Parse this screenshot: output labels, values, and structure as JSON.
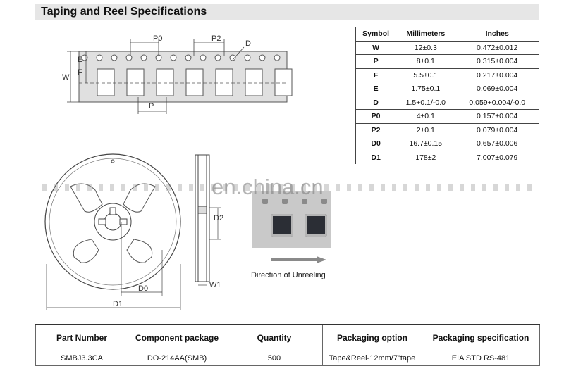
{
  "header": {
    "title": "Taping and Reel Specifications"
  },
  "spec_table": {
    "columns": [
      "Symbol",
      "Millimeters",
      "Inches"
    ],
    "rows": [
      {
        "symbol": "W",
        "mm": "12±0.3",
        "in": "0.472±0.012"
      },
      {
        "symbol": "P",
        "mm": "8±0.1",
        "in": "0.315±0.004"
      },
      {
        "symbol": "F",
        "mm": "5.5±0.1",
        "in": "0.217±0.004"
      },
      {
        "symbol": "E",
        "mm": "1.75±0.1",
        "in": "0.069±0.004"
      },
      {
        "symbol": "D",
        "mm": "1.5+0.1/-0.0",
        "in": "0.059+0.004/-0.0"
      },
      {
        "symbol": "P0",
        "mm": "4±0.1",
        "in": "0.157±0.004"
      },
      {
        "symbol": "P2",
        "mm": "2±0.1",
        "in": "0.079±0.004"
      },
      {
        "symbol": "D0",
        "mm": "16.7±0.15",
        "in": "0.657±0.006"
      },
      {
        "symbol": "D1",
        "mm": "178±2",
        "in": "7.007±0.079"
      }
    ]
  },
  "tape_diagram": {
    "labels": {
      "p0": "P0",
      "p2": "P2",
      "d": "D",
      "e": "E",
      "f": "F",
      "w": "W",
      "p": "P"
    }
  },
  "reel_diagram": {
    "labels": {
      "d0": "D0",
      "d1": "D1",
      "d2": "D2",
      "w1": "W1"
    }
  },
  "photo": {
    "caption": "Direction of Unreeling"
  },
  "watermark": "en.china.cn",
  "packaging_table": {
    "columns": [
      "Part Number",
      "Component package",
      "Quantity",
      "Packaging option",
      "Packaging specification"
    ],
    "rows": [
      [
        "SMBJ3.3CA",
        "DO-214AA(SMB)",
        "500",
        "Tape&Reel-12mm/7\"tape",
        "EIA STD RS-481"
      ]
    ]
  }
}
